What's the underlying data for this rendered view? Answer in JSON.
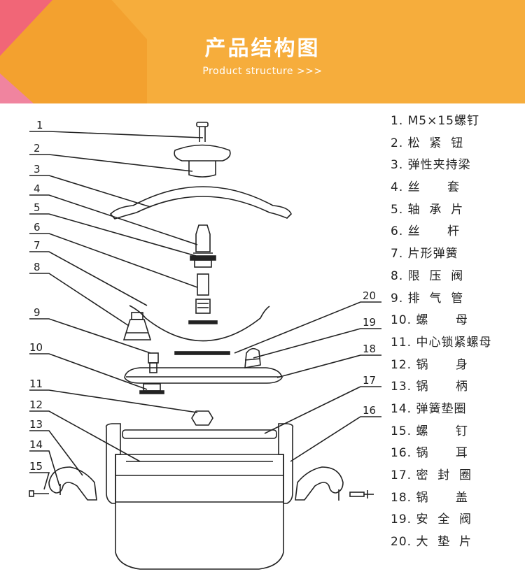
{
  "header": {
    "title": "产品结构图",
    "subtitle": "Product structure >>>"
  },
  "callout_numbers": [
    "1",
    "2",
    "3",
    "4",
    "5",
    "6",
    "7",
    "8",
    "9",
    "10",
    "11",
    "12",
    "13",
    "14",
    "15",
    "16",
    "17",
    "18",
    "19",
    "20"
  ],
  "legend": [
    "1. M5×15螺钉",
    "2. 松  紧  钮",
    "3. 弹性夹持梁",
    "4. 丝      套",
    "5. 轴  承  片",
    "6. 丝      杆",
    "7. 片形弹簧",
    "8. 限  压  阀",
    "9. 排  气  管",
    "10. 螺      母",
    "11. 中心锁紧螺母",
    "12. 锅      身",
    "13. 锅      柄",
    "14. 弹簧垫圈",
    "15. 螺      钉",
    "16. 锅      耳",
    "17. 密  封  圈",
    "18. 锅      盖",
    "19. 安  全  阀",
    "20. 大  垫  片"
  ],
  "colors": {
    "banner": "#f6ad3c",
    "accent_pink": "#f05c84",
    "line": "#222222"
  }
}
